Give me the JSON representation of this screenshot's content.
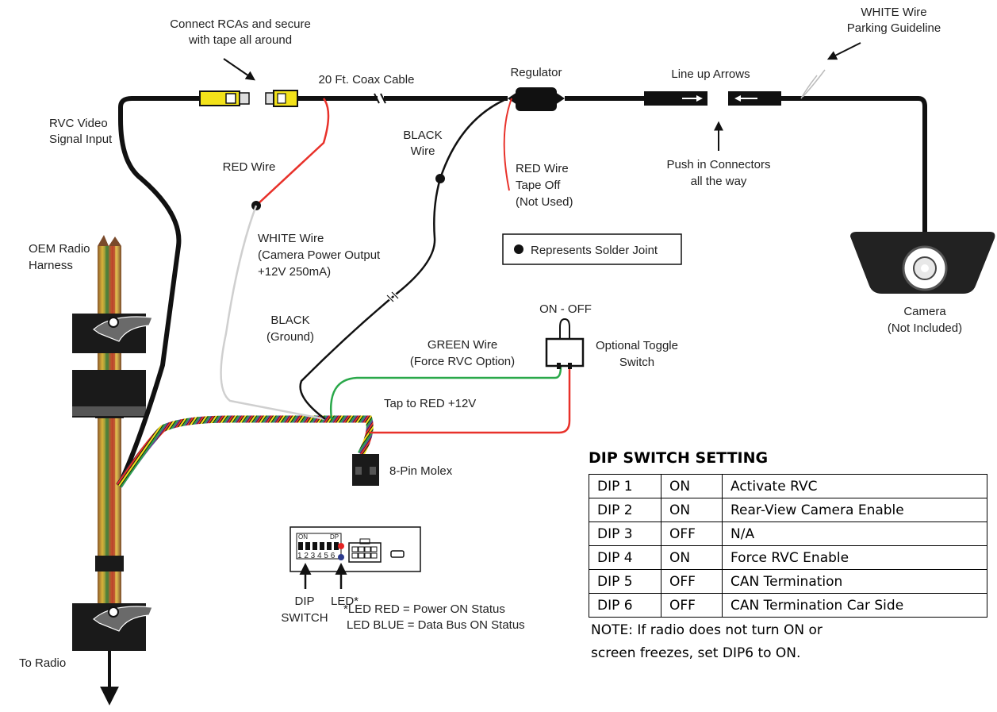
{
  "labels": {
    "connect_rcas": [
      "Connect RCAs and secure",
      "with tape all around"
    ],
    "white_wire_top": [
      "WHITE Wire",
      "Parking Guideline"
    ],
    "coax": "20 Ft. Coax Cable",
    "regulator": "Regulator",
    "line_up": "Line up Arrows",
    "rvc_input": [
      "RVC Video",
      "Signal Input"
    ],
    "black_wire": [
      "BLACK",
      "Wire"
    ],
    "red_wire_left": "RED Wire",
    "red_tape_off": [
      "RED Wire",
      "Tape Off",
      "(Not Used)"
    ],
    "push_in": [
      "Push in Connectors",
      "all the way"
    ],
    "oem_radio": [
      "OEM Radio",
      "Harness"
    ],
    "white_wire_main": [
      "WHITE Wire",
      "(Camera Power Output",
      "+12V 250mA)"
    ],
    "solder_legend": "Represents Solder Joint",
    "camera": [
      "Camera",
      "(Not Included)"
    ],
    "on_off": "ON - OFF",
    "black_ground": [
      "BLACK",
      "(Ground)"
    ],
    "green_wire": [
      "GREEN Wire",
      "(Force RVC Option)"
    ],
    "toggle": [
      "Optional Toggle",
      "Switch"
    ],
    "tap_red": "Tap to RED +12V",
    "molex": "8-Pin Molex",
    "dip_arrow": [
      "DIP",
      "SWITCH"
    ],
    "led_arrow": "LED*",
    "led_note": [
      "*LED RED = Power ON Status",
      "LED BLUE = Data Bus ON Status"
    ],
    "to_radio": "To Radio",
    "module_on": "ON",
    "module_dp": "DP",
    "module_numbers": "1 2 3 4 5 6"
  },
  "dip": {
    "title": "DIP SWITCH SETTING",
    "rows": [
      [
        "DIP 1",
        "ON",
        "Activate RVC"
      ],
      [
        "DIP 2",
        "ON",
        "Rear-View Camera Enable"
      ],
      [
        "DIP 3",
        "OFF",
        "N/A"
      ],
      [
        "DIP 4",
        "ON",
        "Force RVC Enable"
      ],
      [
        "DIP 5",
        "OFF",
        "CAN Termination"
      ],
      [
        "DIP 6",
        "OFF",
        "CAN Termination Car Side"
      ]
    ],
    "note": "NOTE: If radio does not turn ON or screen freezes, set DIP6 to ON."
  },
  "colors": {
    "cable": "#111111",
    "red_wire": "#e8312a",
    "green_wire": "#2aa84a",
    "white_wire": "#cfcfcf",
    "rca_yellow": "#f3e21a",
    "led_red": "#e32424",
    "led_blue": "#2c3a8c"
  }
}
